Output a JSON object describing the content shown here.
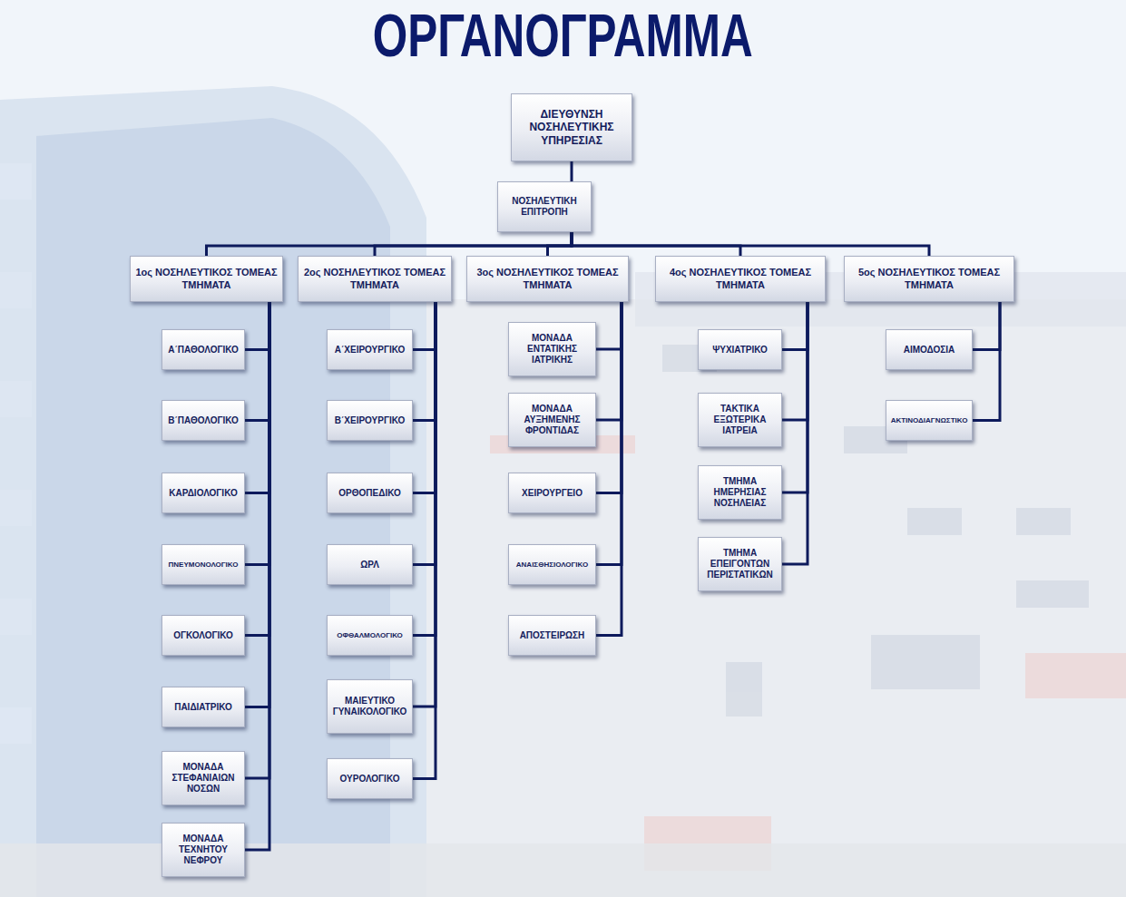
{
  "diagram": {
    "title": "ΟΡΓΑΝΟΓΡΑΜΜΑ",
    "nodes": [
      {
        "text": [
          "ΔΙΕΥΘΥΝΣΗ ΝΟΣΗΛΕΥΤΙΚΗΣ ΥΠΗΡΕΣΙΑΣ"
        ]
      },
      {
        "text": [
          "ΝΟΣΗΛΕΥΤΙΚΗ ΕΠΙΤΡΟΠΗ"
        ]
      },
      {
        "text": [
          "1ος ΝΟΣΗΛΕΥΤΙΚΟΣ ΤΟΜΕΑΣ",
          "ΤΜΗΜΑΤΑ"
        ]
      },
      {
        "text": [
          "2ος ΝΟΣΗΛΕΥΤΙΚΟΣ ΤΟΜΕΑΣ",
          "ΤΜΗΜΑΤΑ"
        ]
      },
      {
        "text": [
          "3ος ΝΟΣΗΛΕΥΤΙΚΟΣ ΤΟΜΕΑΣ",
          "ΤΜΗΜΑΤΑ"
        ]
      },
      {
        "text": [
          "4ος ΝΟΣΗΛΕΥΤΙΚΟΣ ΤΟΜΕΑΣ",
          "ΤΜΗΜΑΤΑ"
        ]
      },
      {
        "text": [
          "5ος ΝΟΣΗΛΕΥΤΙΚΟΣ ΤΟΜΕΑΣ",
          "ΤΜΗΜΑΤΑ"
        ]
      },
      {
        "text": [
          "Α΄ΠΑΘΟΛΟΓΙΚΟ"
        ]
      },
      {
        "text": [
          "Β΄ΠΑΘΟΛΟΓΙΚΟ"
        ]
      },
      {
        "text": [
          "ΚΑΡΔΙΟΛΟΓΙΚΟ"
        ]
      },
      {
        "text": [
          "ΠΝΕΥΜΟΝΟΛΟΓΙΚΟ"
        ]
      },
      {
        "text": [
          "ΟΓΚΟΛΟΓΙΚΟ"
        ]
      },
      {
        "text": [
          "ΠΑΙΔΙΑΤΡΙΚΟ"
        ]
      },
      {
        "text": [
          "ΜΟΝΑΔΑ ΣΤΕΦΑΝΙΑΙΩΝ ΝΟΣΩΝ"
        ]
      },
      {
        "text": [
          "ΜΟΝΑΔΑ ΤΕΧΝΗΤΟΥ ΝΕΦΡΟΥ"
        ]
      },
      {
        "text": [
          "Α΄ΧΕΙΡΟΥΡΓΙΚΟ"
        ]
      },
      {
        "text": [
          "Β΄ΧΕΙΡΟΥΡΓΙΚΟ"
        ]
      },
      {
        "text": [
          "ΟΡΘΟΠΕΔΙΚΟ"
        ]
      },
      {
        "text": [
          "ΩΡΛ"
        ]
      },
      {
        "text": [
          "ΟΦΘΑΛΜΟΛΟΓΙΚΟ"
        ]
      },
      {
        "text": [
          "ΜΑΙΕΥΤΙΚΟ ΓΥΝΑΙΚΟΛΟΓΙΚΟ"
        ]
      },
      {
        "text": [
          "ΟΥΡΟΛΟΓΙΚΟ"
        ]
      },
      {
        "text": [
          "ΜΟΝΑΔΑ ΕΝΤΑΤΙΚΗΣ ΙΑΤΡΙΚΗΣ"
        ]
      },
      {
        "text": [
          "ΜΟΝΑΔΑ ΑΥΞΗΜΕΝΗΣ ΦΡΟΝΤΙΔΑΣ"
        ]
      },
      {
        "text": [
          "ΧΕΙΡΟΥΡΓΕΙΟ"
        ]
      },
      {
        "text": [
          "ΑΝΑΙΣΘΗΣΙΟΛΟΓΙΚΟ"
        ]
      },
      {
        "text": [
          "ΑΠΟΣΤΕΙΡΩΣΗ"
        ]
      },
      {
        "text": [
          "ΨΥΧΙΑΤΡΙΚΟ"
        ]
      },
      {
        "text": [
          "ΤΑΚΤΙΚΑ ΕΞΩΤΕΡΙΚΑ ΙΑΤΡΕΙΑ"
        ]
      },
      {
        "text": [
          "ΤΜΗΜΑ ΗΜΕΡΗΣΙΑΣ ΝΟΣΗΛΕΙΑΣ"
        ]
      },
      {
        "text": [
          "ΤΜΗΜΑ ΕΠΕΙΓΟΝΤΩΝ ΠΕΡΙΣΤΑΤΙΚΩΝ"
        ]
      },
      {
        "text": [
          "ΑΙΜΟΔΟΣΙΑ"
        ]
      },
      {
        "text": [
          "ΑΚΤΙΝΟΔΙΑΓΝΩΣΤΙΚΟ"
        ]
      }
    ],
    "edges": [
      {
        "from": 0,
        "to": 1,
        "arrow": "none"
      },
      {
        "from": 1,
        "to": 2,
        "arrow": "none"
      },
      {
        "from": 1,
        "to": 3,
        "arrow": "none"
      },
      {
        "from": 1,
        "to": 4,
        "arrow": "none"
      },
      {
        "from": 1,
        "to": 5,
        "arrow": "none"
      },
      {
        "from": 1,
        "to": 6,
        "arrow": "none"
      },
      {
        "from": 2,
        "to": 7,
        "arrow": "none"
      },
      {
        "from": 2,
        "to": 8,
        "arrow": "none"
      },
      {
        "from": 2,
        "to": 9,
        "arrow": "none"
      },
      {
        "from": 2,
        "to": 10,
        "arrow": "none"
      },
      {
        "from": 2,
        "to": 11,
        "arrow": "none"
      },
      {
        "from": 2,
        "to": 12,
        "arrow": "none"
      },
      {
        "from": 2,
        "to": 13,
        "arrow": "none"
      },
      {
        "from": 2,
        "to": 14,
        "arrow": "none"
      },
      {
        "from": 3,
        "to": 15,
        "arrow": "none"
      },
      {
        "from": 3,
        "to": 16,
        "arrow": "none"
      },
      {
        "from": 3,
        "to": 17,
        "arrow": "none"
      },
      {
        "from": 3,
        "to": 18,
        "arrow": "none"
      },
      {
        "from": 3,
        "to": 19,
        "arrow": "none"
      },
      {
        "from": 3,
        "to": 20,
        "arrow": "none"
      },
      {
        "from": 3,
        "to": 21,
        "arrow": "none"
      },
      {
        "from": 4,
        "to": 22,
        "arrow": "none"
      },
      {
        "from": 4,
        "to": 23,
        "arrow": "none"
      },
      {
        "from": 4,
        "to": 24,
        "arrow": "none"
      },
      {
        "from": 4,
        "to": 25,
        "arrow": "none"
      },
      {
        "from": 4,
        "to": 26,
        "arrow": "none"
      },
      {
        "from": 5,
        "to": 27,
        "arrow": "none"
      },
      {
        "from": 5,
        "to": 28,
        "arrow": "none"
      },
      {
        "from": 5,
        "to": 29,
        "arrow": "none"
      },
      {
        "from": 5,
        "to": 30,
        "arrow": "none"
      },
      {
        "from": 6,
        "to": 31,
        "arrow": "none"
      },
      {
        "from": 6,
        "to": 32,
        "arrow": "none"
      }
    ]
  }
}
